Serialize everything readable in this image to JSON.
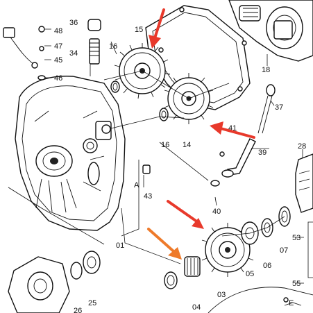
{
  "diagram": {
    "callouts": {
      "p36": "36",
      "p48": "48",
      "p47": "47",
      "p45": "45",
      "p46": "46",
      "p34": "34",
      "p15": "15",
      "p16a": "16",
      "p16b": "16",
      "p14": "14",
      "p41": "41",
      "p39": "39",
      "p37": "37",
      "p18": "18",
      "p28": "28",
      "pA1": "A",
      "p43": "43",
      "p40": "40",
      "p01": "01",
      "p03": "03",
      "p04": "04",
      "p05": "05",
      "p06": "06",
      "p07": "07",
      "p53": "53",
      "p55": "55",
      "p26": "26",
      "p25": "25",
      "pE": "E"
    },
    "arrow_colors": {
      "red": "#e8392b",
      "orange": "#ee7a2a"
    }
  }
}
